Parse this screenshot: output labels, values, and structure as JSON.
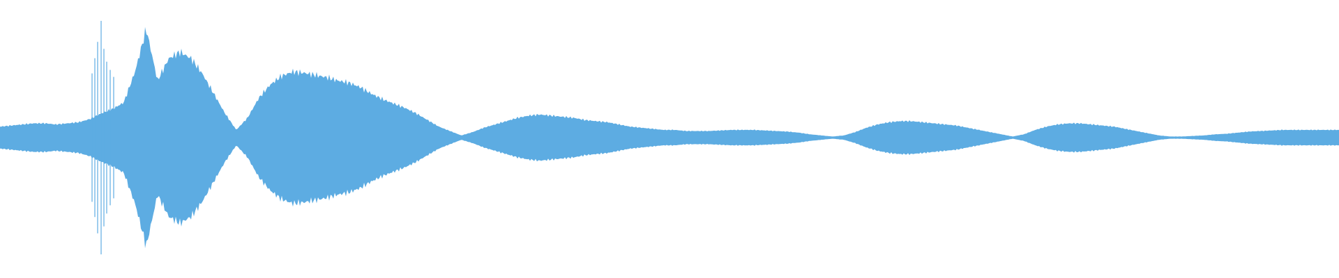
{
  "waveform": {
    "color": "#5DACE2",
    "background": "#FFFFFF",
    "amplitude_envelope": [
      0.1,
      0.11,
      0.12,
      0.13,
      0.13,
      0.12,
      0.13,
      0.14,
      0.17,
      0.22,
      0.26,
      0.32,
      0.6,
      0.99,
      0.52,
      0.72,
      0.78,
      0.72,
      0.58,
      0.4,
      0.22,
      0.07,
      0.18,
      0.36,
      0.48,
      0.56,
      0.6,
      0.59,
      0.57,
      0.55,
      0.52,
      0.5,
      0.46,
      0.4,
      0.35,
      0.31,
      0.27,
      0.22,
      0.16,
      0.1,
      0.06,
      0.02,
      0.05,
      0.09,
      0.12,
      0.15,
      0.18,
      0.2,
      0.21,
      0.2,
      0.19,
      0.18,
      0.16,
      0.15,
      0.14,
      0.12,
      0.1,
      0.09,
      0.08,
      0.07,
      0.07,
      0.06,
      0.06,
      0.06,
      0.065,
      0.07,
      0.07,
      0.07,
      0.065,
      0.06,
      0.055,
      0.045,
      0.03,
      0.02,
      0.01,
      0.02,
      0.05,
      0.09,
      0.12,
      0.14,
      0.15,
      0.15,
      0.14,
      0.13,
      0.12,
      0.11,
      0.09,
      0.07,
      0.05,
      0.03,
      0.01,
      0.03,
      0.07,
      0.1,
      0.12,
      0.13,
      0.13,
      0.12,
      0.11,
      0.1,
      0.08,
      0.06,
      0.04,
      0.02,
      0.01,
      0.01,
      0.015,
      0.02,
      0.03,
      0.035,
      0.045,
      0.055,
      0.06,
      0.065,
      0.07,
      0.07,
      0.07,
      0.07,
      0.07,
      0.07
    ]
  }
}
